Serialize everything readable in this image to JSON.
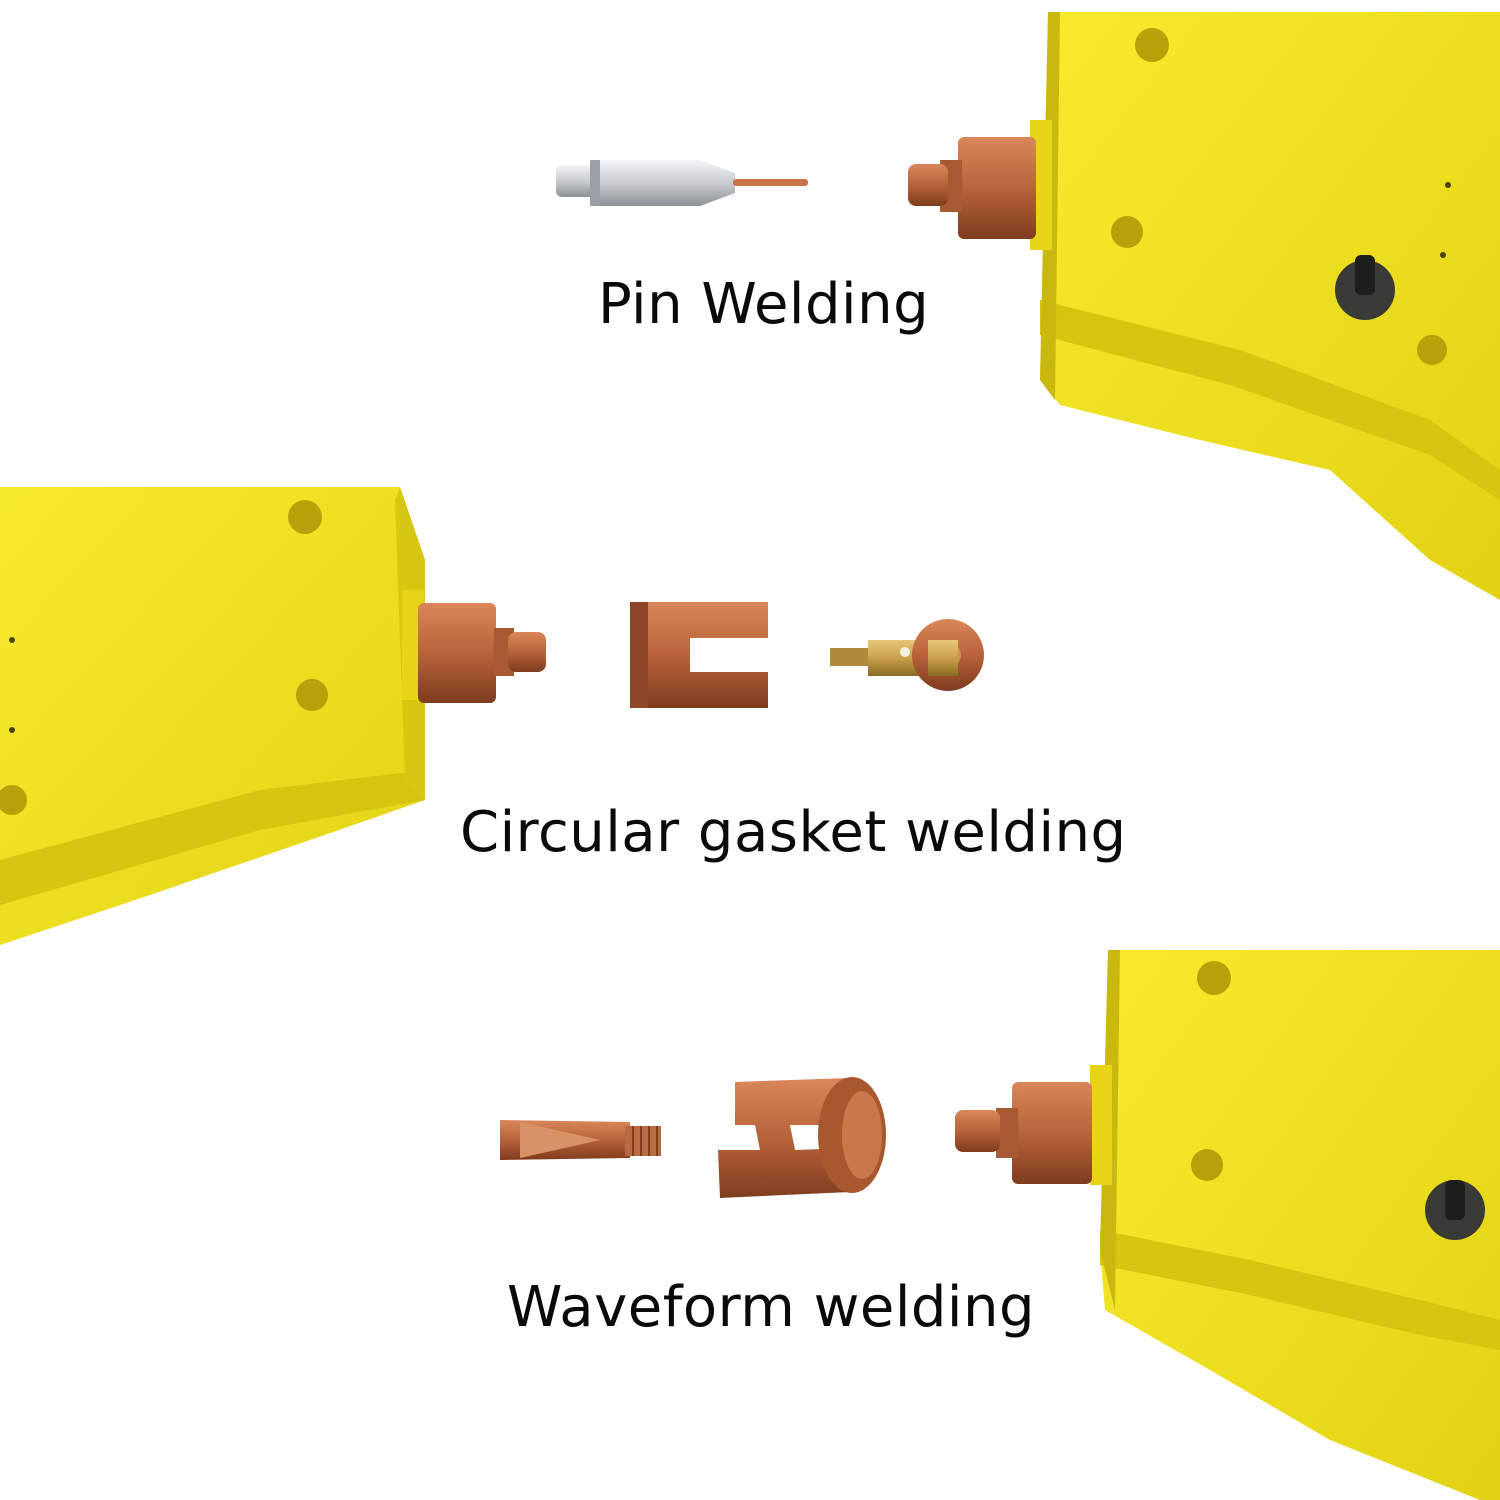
{
  "labels": {
    "pin": "Pin Welding",
    "gasket": "Circular gasket welding",
    "waveform": "Waveform welding"
  },
  "colors": {
    "background": "#ffffff",
    "gun_body": "#f2e31a",
    "gun_shadow": "#c9b80d",
    "copper": "#b8633a",
    "copper_dark": "#7f3c1e",
    "brass": "#c9a04a",
    "silver": "#c8ccd0",
    "text": "#0a0a0a"
  }
}
